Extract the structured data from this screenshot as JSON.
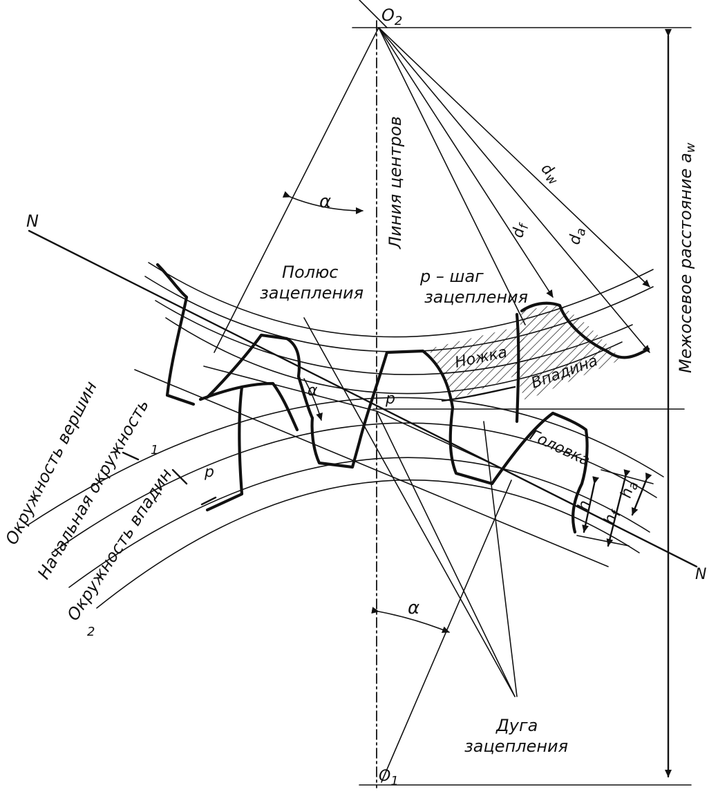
{
  "labels": {
    "o2": "O",
    "o2_sub": "2",
    "o1": "O",
    "o1_sub": "1",
    "n_top": "N",
    "n_bottom": "N",
    "alpha_top": "α",
    "alpha_mid": "α",
    "alpha_bottom": "α",
    "center_line": "Линия центров",
    "pole_line1": "Полюс",
    "pole_line2": "зацепления",
    "pitch_line1": "p – шаг",
    "pitch_line2": "зацепления",
    "p_point": "p",
    "p_arc": "p",
    "dw": "d",
    "dw_sub": "w",
    "df": "d",
    "df_sub": "f",
    "da": "d",
    "da_sub": "a",
    "center_distance": "Межосевое расстояние a",
    "center_distance_sub": "w",
    "dedendum": "Ножка",
    "space": "Впадина",
    "addendum": "Головка",
    "h": "h",
    "hf": "h",
    "hf_sub": "f",
    "ha": "h",
    "ha_sub": "a",
    "tip_circle": "Окружность вершин",
    "pitch_circle": "Начальная окружность",
    "root_circle": "Окружность впадин",
    "num1": "1",
    "num2": "2",
    "arc_line1": "Дуга",
    "arc_line2": "зацепления"
  }
}
